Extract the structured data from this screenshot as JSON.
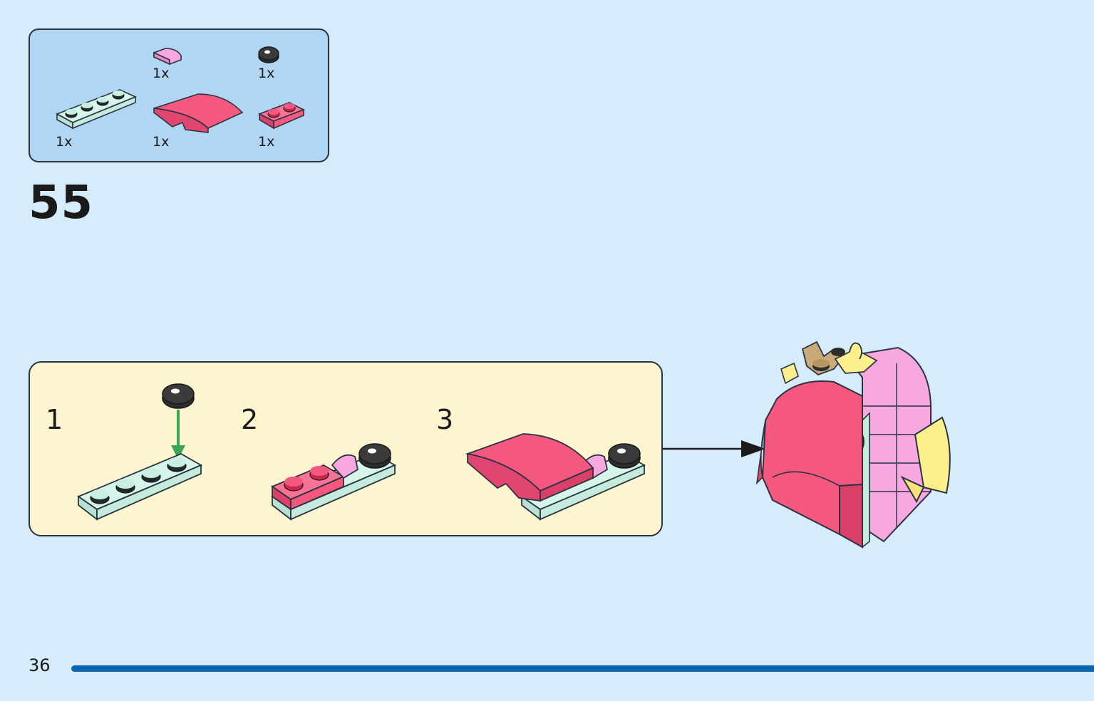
{
  "step": {
    "number": "55"
  },
  "parts_list": {
    "items": [
      {
        "name": "pink-quarter-tile",
        "color": "#f7a8e0",
        "quantity": "1x"
      },
      {
        "name": "black-round-tile",
        "color": "#2d2d2d",
        "quantity": "1x"
      },
      {
        "name": "mint-plate-1x4",
        "color": "#c9eee2",
        "quantity": "1x"
      },
      {
        "name": "coral-curved-slope",
        "color": "#f5587f",
        "quantity": "1x"
      },
      {
        "name": "coral-plate-1x2",
        "color": "#f5587f",
        "quantity": "1x"
      }
    ]
  },
  "sub_steps": [
    {
      "label": "1"
    },
    {
      "label": "2"
    },
    {
      "label": "3"
    }
  ],
  "page": {
    "number": "36"
  },
  "colors": {
    "background": "#d6ecfa",
    "parts_box": "#b0d6f4",
    "substep_box": "#fdf5cf",
    "rule": "#0a66b0",
    "arrow_green": "#3aa655"
  }
}
